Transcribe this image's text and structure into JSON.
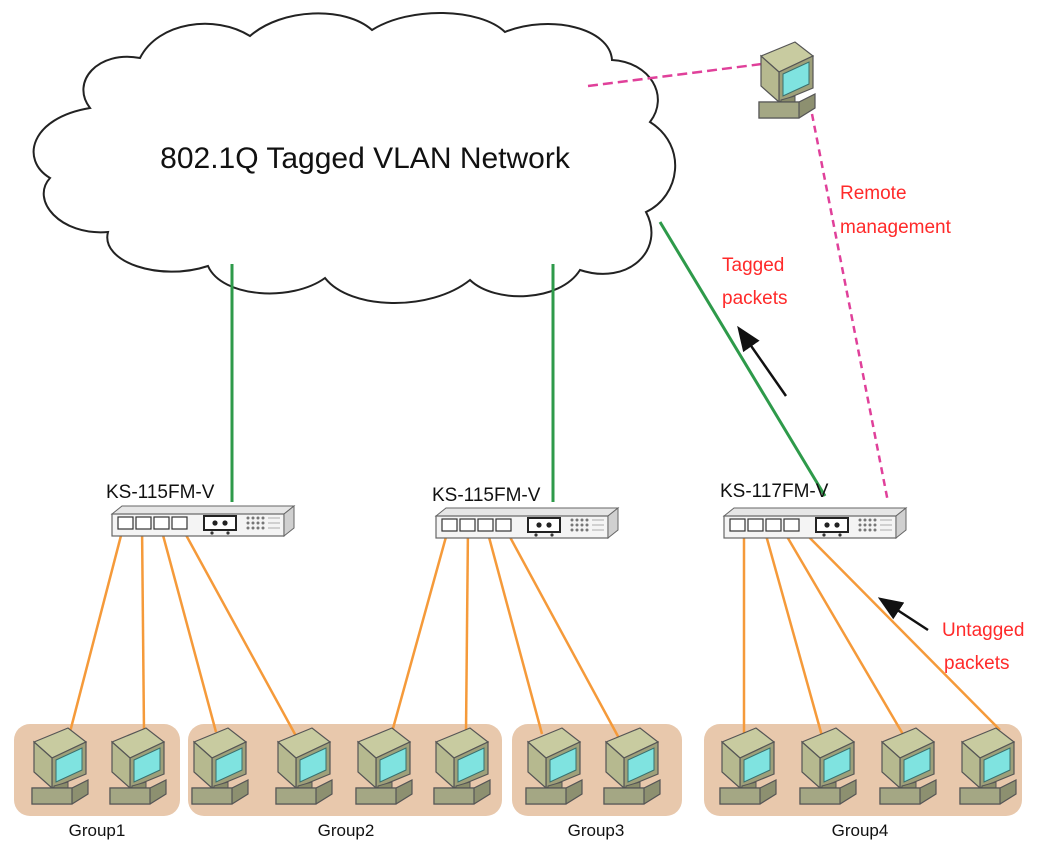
{
  "network": {
    "title": "802.1Q Tagged VLAN Network"
  },
  "switches": [
    {
      "label": "KS-115FM-V"
    },
    {
      "label": "KS-115FM-V"
    },
    {
      "label": "KS-117FM-V"
    }
  ],
  "annotations": {
    "remote_management": [
      "Remote",
      "management"
    ],
    "tagged_packets": [
      "Tagged",
      "packets"
    ],
    "untagged_packets": [
      "Untagged",
      "packets"
    ]
  },
  "groups": [
    {
      "label": "Group1"
    },
    {
      "label": "Group2"
    },
    {
      "label": "Group3"
    },
    {
      "label": "Group4"
    }
  ],
  "colors": {
    "trunk_link": "#2e9a4a",
    "access_link": "#f59a3a",
    "management_link": "#e0409a",
    "annotation_text": "#ff2a2a",
    "group_background": "#e8c8ac"
  }
}
